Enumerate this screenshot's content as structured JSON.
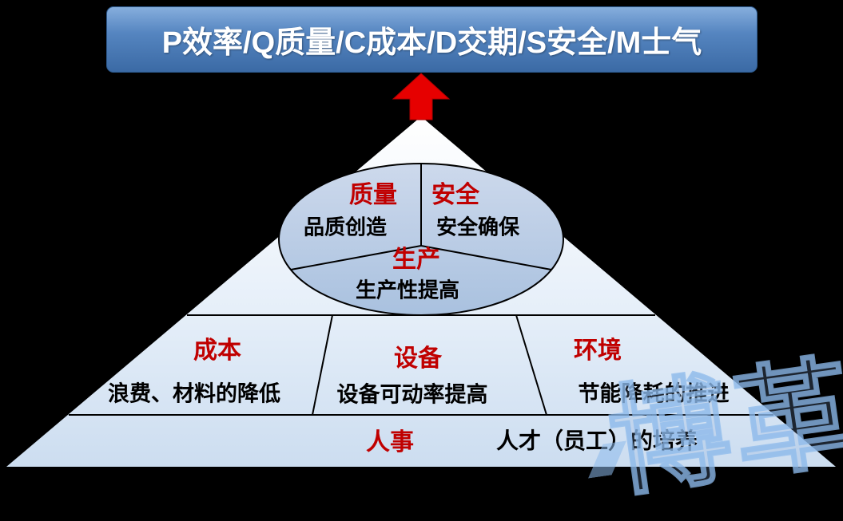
{
  "banner": {
    "title": "P效率/Q质量/C成本/D交期/S安全/M士气"
  },
  "pyramid": {
    "ellipse": {
      "quality": {
        "label": "质量",
        "desc": "品质创造"
      },
      "safety": {
        "label": "安全",
        "desc": "安全确保"
      },
      "production": {
        "label": "生产",
        "desc": "生产性提高"
      }
    },
    "middle": [
      {
        "label": "成本",
        "desc": "浪费、材料的降低"
      },
      {
        "label": "设备",
        "desc": "设备可动率提高"
      },
      {
        "label": "环境",
        "desc": "节能降耗的推进"
      }
    ],
    "bottom": {
      "label": "人事",
      "desc": "人才（员工）的培养"
    }
  },
  "watermark": {
    "text": "博革"
  },
  "colors": {
    "banner_blue": "#4f81bd",
    "red_accent": "#c00000",
    "arrow_red": "#e60000",
    "triangle_fill": "#dce8f5",
    "ellipse_fill": "#b9cde5",
    "background": "#000000",
    "text_black": "#000000",
    "banner_text": "#ffffff"
  }
}
